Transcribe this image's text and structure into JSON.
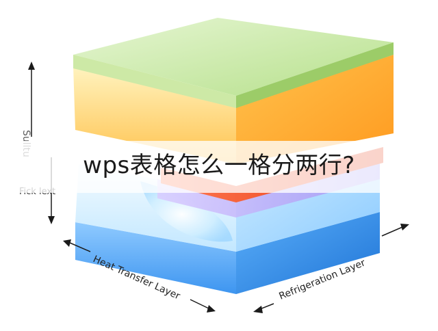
{
  "headline": "wps表格怎么一格分两行?",
  "diagram": {
    "layers": [
      {
        "id": "top",
        "color_light": "#cfe8b0",
        "color_mid": "#a6d77e"
      },
      {
        "id": "upper-orange",
        "color_light": "#ffe08a",
        "color_mid": "#ffb13b"
      },
      {
        "id": "red",
        "color_light": "#ff6a3d",
        "color_mid": "#e8431f"
      },
      {
        "id": "purple",
        "color_light": "#c9b8ff",
        "color_mid": "#a796f0"
      },
      {
        "id": "water",
        "color_light": "#dff1ff",
        "color_mid": "#a9d9ff"
      },
      {
        "id": "base",
        "color_light": "#6fb6ff",
        "color_mid": "#2f86e6"
      }
    ],
    "labels": {
      "vertical_top": "Sulltu",
      "vertical_bottom": "Fick lext",
      "left_diagonal": "Heat Transfer Layer",
      "right_diagonal": "Refrigeration Layer"
    },
    "colors": {
      "arrow": "#1b1b1b",
      "vertical_label": "#5a5a5a"
    }
  }
}
